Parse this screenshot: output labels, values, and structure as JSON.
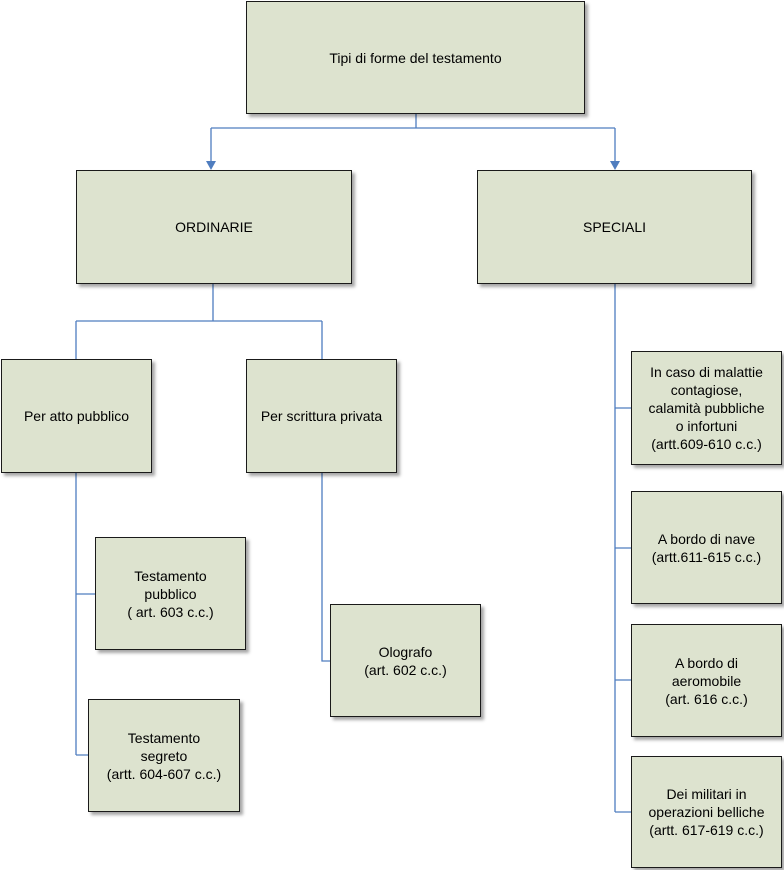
{
  "nodes": {
    "root": "Tipi di forme del testamento",
    "ordinarie": "ORDINARIE",
    "speciali": "SPECIALI",
    "atto_pubblico": "Per atto pubblico",
    "scrittura_privata": "Per scrittura privata",
    "testamento_pubblico": "Testamento\npubblico\n( art. 603 c.c.)",
    "testamento_segreto": "Testamento\nsegreto\n(artt. 604-607 c.c.)",
    "olografo": "Olografo\n(art. 602 c.c.)",
    "malattie": "In caso di malattie\ncontagiose,\ncalamità pubbliche\no infortuni\n(artt.609-610 c.c.)",
    "nave": "A bordo di nave\n(artt.611-615 c.c.)",
    "aeromobile": "A bordo di\naeromobile\n(art. 616 c.c.)",
    "militari": "Dei militari in\noperazioni belliche\n(artt. 617-619 c.c.)"
  },
  "colors": {
    "box_fill": "#dde3cf",
    "connector": "#4f7dbf"
  }
}
